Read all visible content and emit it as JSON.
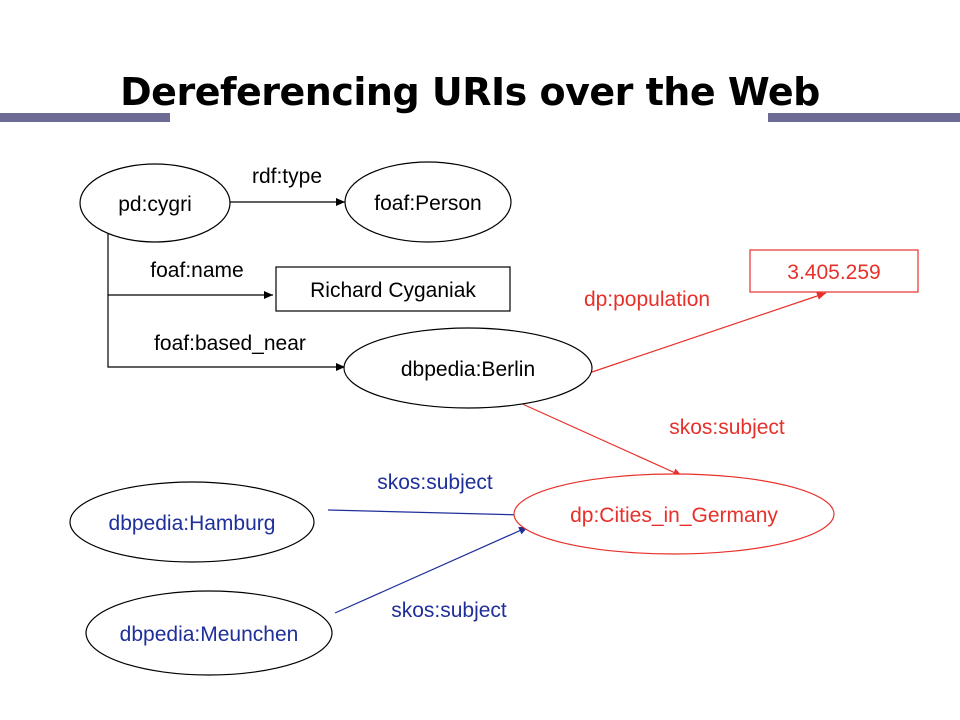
{
  "title": "Dereferencing URIs over the Web",
  "colors": {
    "rule": "#6b6b95",
    "black": "#000000",
    "red": "#e8302a",
    "blue": "#1f2f9a"
  },
  "nodes": {
    "cygri": "pd:cygri",
    "person": "foaf:Person",
    "richard": "Richard Cyganiak",
    "berlin": "dbpedia:Berlin",
    "population_value": "3.405.259",
    "cities": "dp:Cities_in_Germany",
    "hamburg": "dbpedia:Hamburg",
    "meunchen": "dbpedia:Meunchen"
  },
  "edges": {
    "rdf_type": "rdf:type",
    "foaf_name": "foaf:name",
    "foaf_based_near": "foaf:based_near",
    "dp_population": "dp:population",
    "skos_subject_berlin": "skos:subject",
    "skos_subject_hamburg": "skos:subject",
    "skos_subject_meunchen": "skos:subject"
  }
}
